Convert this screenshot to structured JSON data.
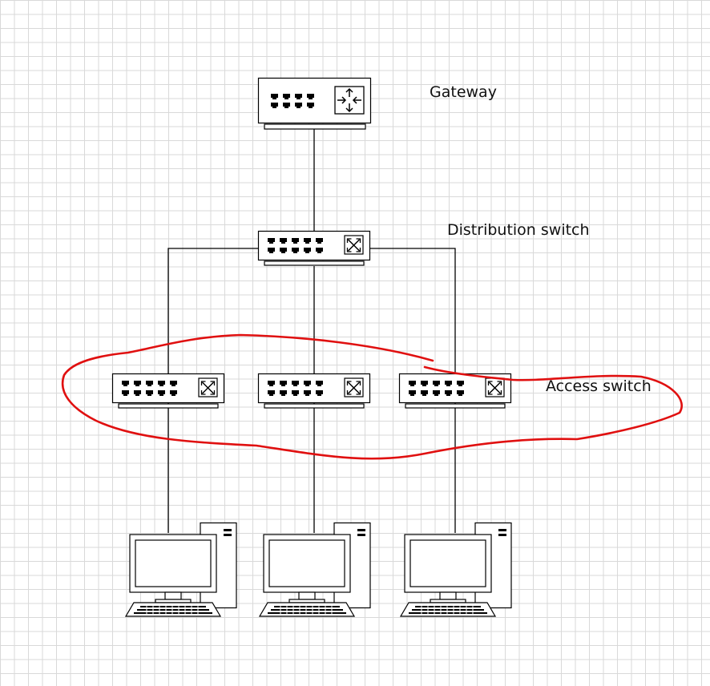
{
  "labels": {
    "gateway": "Gateway",
    "distribution_switch": "Distribution switch",
    "access_switch": "Access switch"
  },
  "icons": {
    "gateway": "router-icon",
    "switch": "network-switch-icon",
    "computer": "desktop-computer-icon"
  },
  "colors": {
    "line": "#000000",
    "highlight": "#e01010",
    "grid": "#d9d9d9"
  }
}
